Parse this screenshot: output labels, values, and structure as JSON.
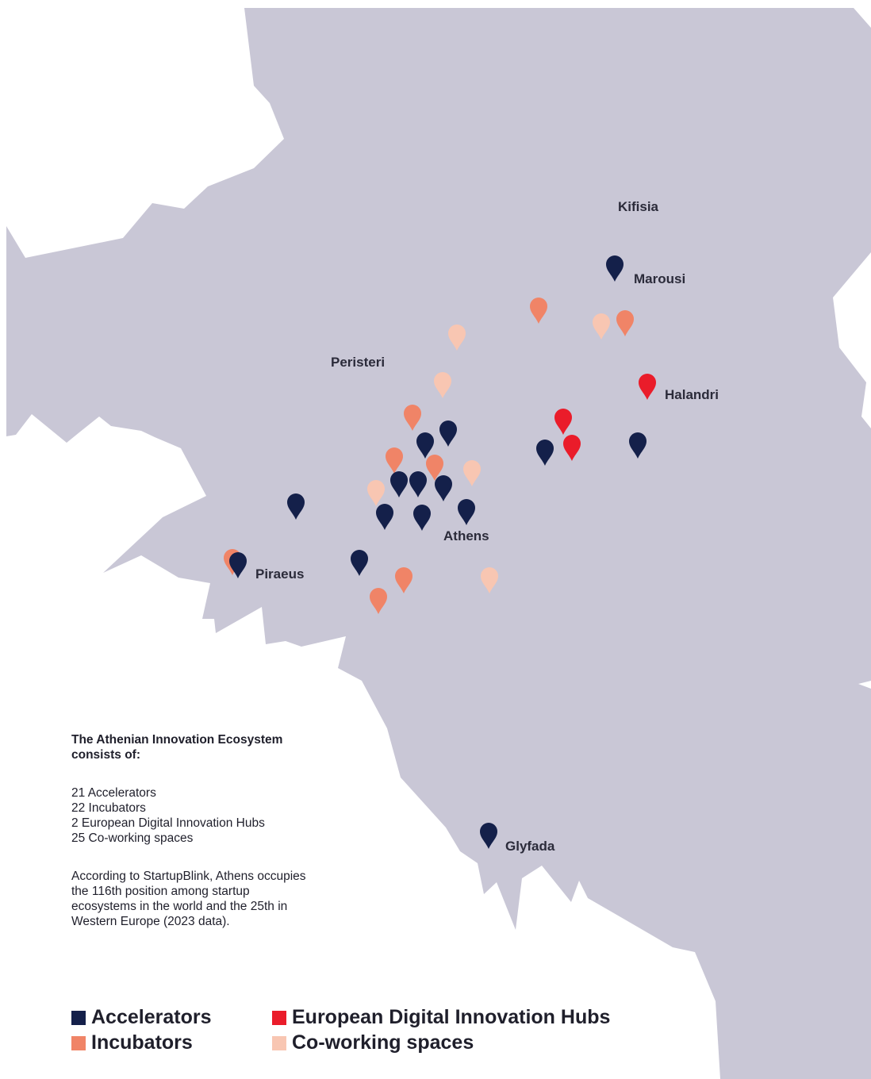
{
  "colors": {
    "land": "#c9c7d6",
    "sea": "#ffffff",
    "accelerators": "#14204a",
    "incubators": "#f08467",
    "hubs": "#ea1c2a",
    "coworking": "#f8c6b2"
  },
  "places": [
    {
      "name": "Kifisia"
    },
    {
      "name": "Marousi"
    },
    {
      "name": "Peristeri"
    },
    {
      "name": "Halandri"
    },
    {
      "name": "Athens"
    },
    {
      "name": "Piraeus"
    },
    {
      "name": "Glyfada"
    }
  ],
  "markers": [
    {
      "type": "accelerators",
      "icon": "map-pin-icon"
    },
    {
      "type": "incubators",
      "icon": "map-pin-icon"
    },
    {
      "type": "hubs",
      "icon": "map-pin-icon"
    },
    {
      "type": "coworking",
      "icon": "map-pin-icon"
    }
  ],
  "info": {
    "heading": "The Athenian Innovation Ecosystem consists of:",
    "stats": [
      "21 Accelerators",
      "22 Incubators",
      "2 European Digital Innovation Hubs",
      "25 Co-working spaces"
    ],
    "note": "According to StartupBlink, Athens occupies the 116th position among startup ecosystems in the world and the 25th in Western Europe (2023 data)."
  },
  "legend": [
    {
      "label": "Accelerators",
      "color": "#14204a"
    },
    {
      "label": "European Digital Innovation Hubs",
      "color": "#ea1c2a"
    },
    {
      "label": "Incubators",
      "color": "#f08467"
    },
    {
      "label": "Co-working spaces",
      "color": "#f8c6b2"
    }
  ]
}
